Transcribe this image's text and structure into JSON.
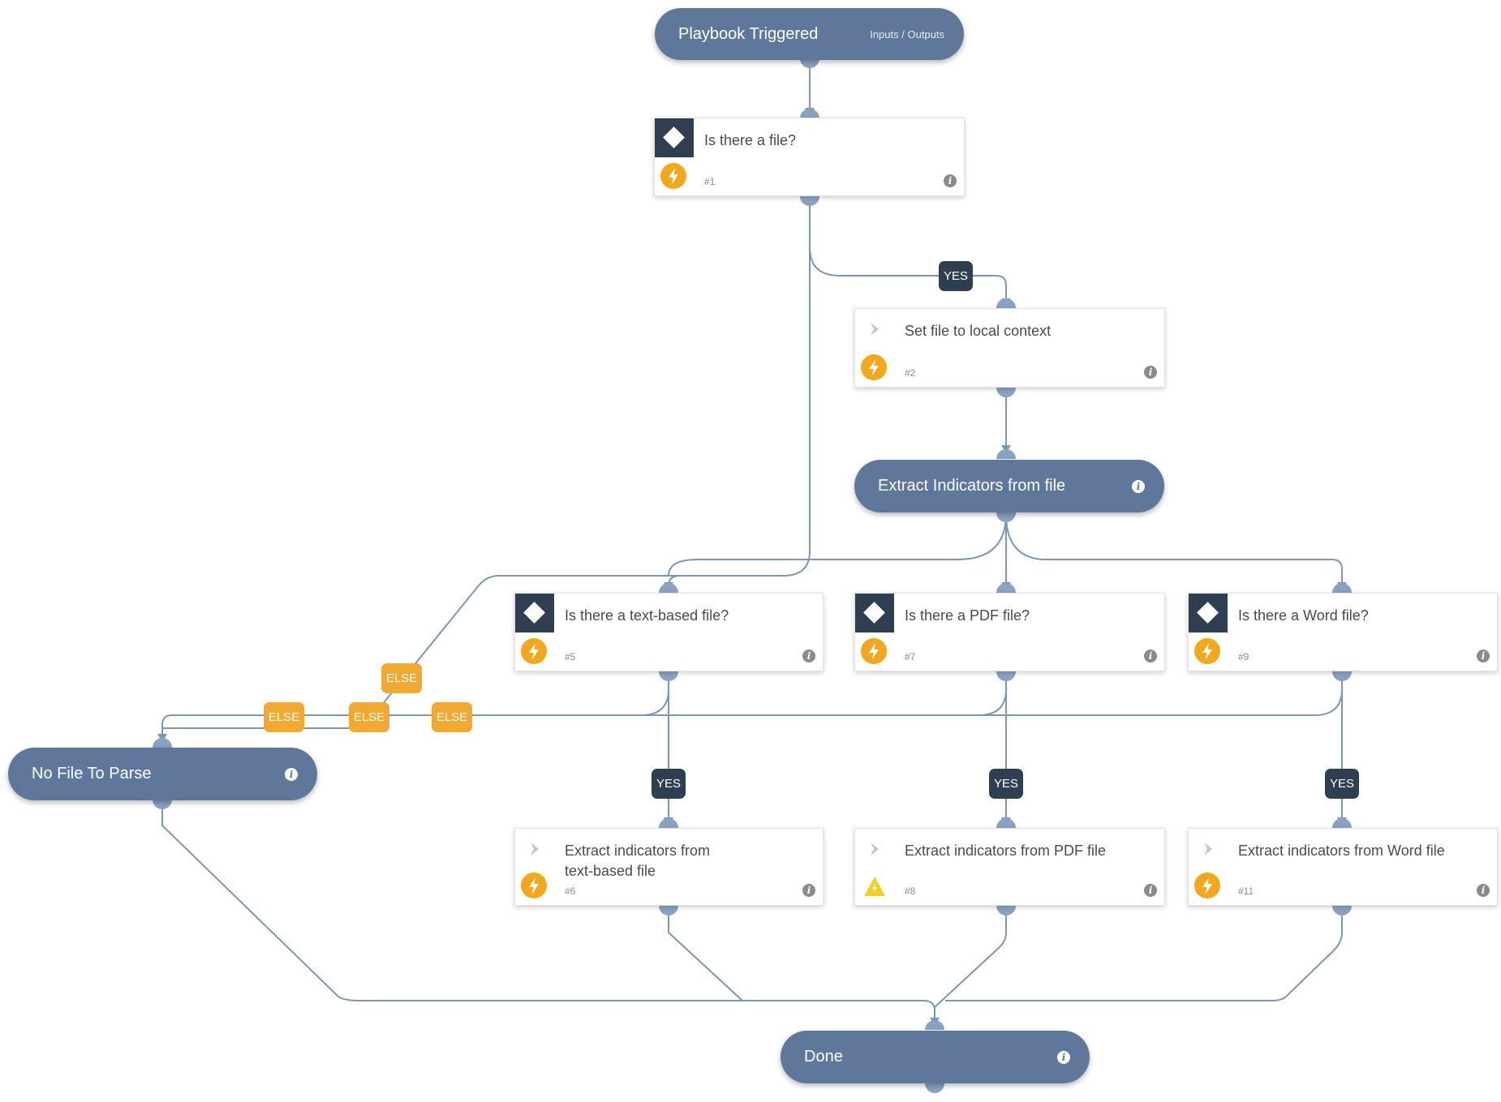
{
  "colors": {
    "pill": "#60779c",
    "connector": "#7b96b8",
    "condition_header": "#2f3e50",
    "bolt": "#f2a81d",
    "else_badge": "#f2a930",
    "yes_badge": "#2f3e50",
    "warning": "#f5cf1f"
  },
  "nodes": {
    "trigger": {
      "title": "Playbook Triggered",
      "io_label": "Inputs / Outputs"
    },
    "is_file": {
      "title": "Is there a file?",
      "number": "#1",
      "icon": "lightning-icon"
    },
    "set_file": {
      "title": "Set file to local context",
      "number": "#2",
      "icon": "lightning-icon"
    },
    "extract_section": {
      "title": "Extract Indicators from file"
    },
    "is_text": {
      "title": "Is there a text-based file?",
      "number": "#5",
      "icon": "lightning-icon"
    },
    "is_pdf": {
      "title": "Is there a PDF file?",
      "number": "#7",
      "icon": "lightning-icon"
    },
    "is_word": {
      "title": "Is there a Word file?",
      "number": "#9",
      "icon": "lightning-icon"
    },
    "no_file": {
      "title": "No File To Parse"
    },
    "extract_text": {
      "title": "Extract indicators from text-based file",
      "number": "#6",
      "icon": "lightning-icon"
    },
    "extract_pdf": {
      "title": "Extract indicators from PDF file",
      "number": "#8",
      "icon": "warning-icon"
    },
    "extract_word": {
      "title": "Extract indicators from Word file",
      "number": "#11",
      "icon": "lightning-icon"
    },
    "done": {
      "title": "Done"
    }
  },
  "badges": {
    "yes_label": "YES",
    "else_label": "ELSE"
  },
  "info_symbol": "i"
}
